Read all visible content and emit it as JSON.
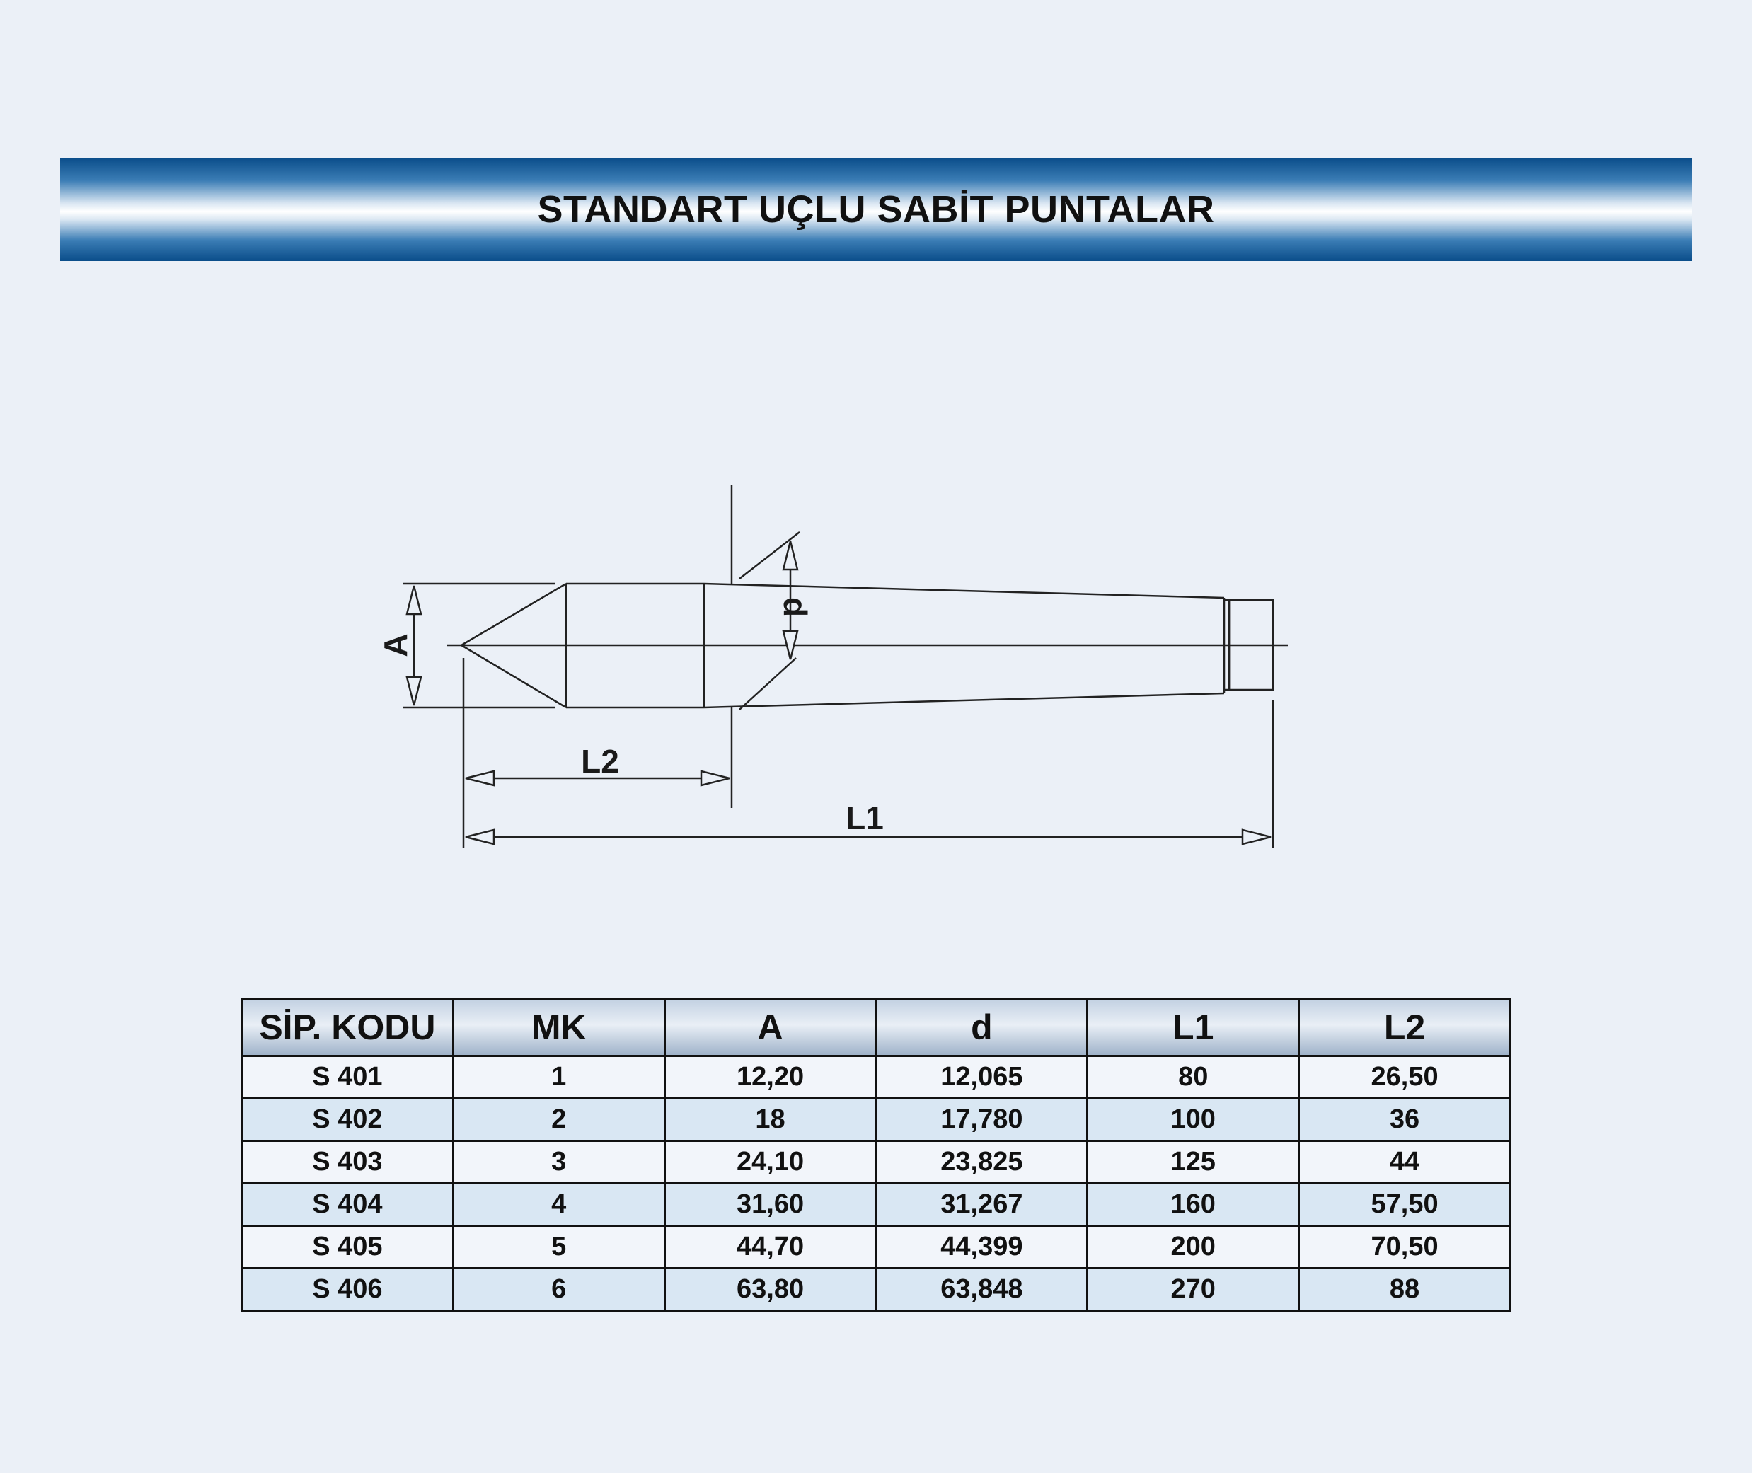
{
  "title": "STANDART UÇLU SABİT PUNTALAR",
  "diagram": {
    "labels": {
      "A": "A",
      "d": "d",
      "L1": "L1",
      "L2": "L2"
    }
  },
  "table": {
    "headers": [
      "SİP. KODU",
      "MK",
      "A",
      "d",
      "L1",
      "L2"
    ],
    "rows": [
      [
        "S 401",
        "1",
        "12,20",
        "12,065",
        "80",
        "26,50"
      ],
      [
        "S 402",
        "2",
        "18",
        "17,780",
        "100",
        "36"
      ],
      [
        "S 403",
        "3",
        "24,10",
        "23,825",
        "125",
        "44"
      ],
      [
        "S 404",
        "4",
        "31,60",
        "31,267",
        "160",
        "57,50"
      ],
      [
        "S 405",
        "5",
        "44,70",
        "44,399",
        "200",
        "70,50"
      ],
      [
        "S 406",
        "6",
        "63,80",
        "63,848",
        "270",
        "88"
      ]
    ]
  }
}
